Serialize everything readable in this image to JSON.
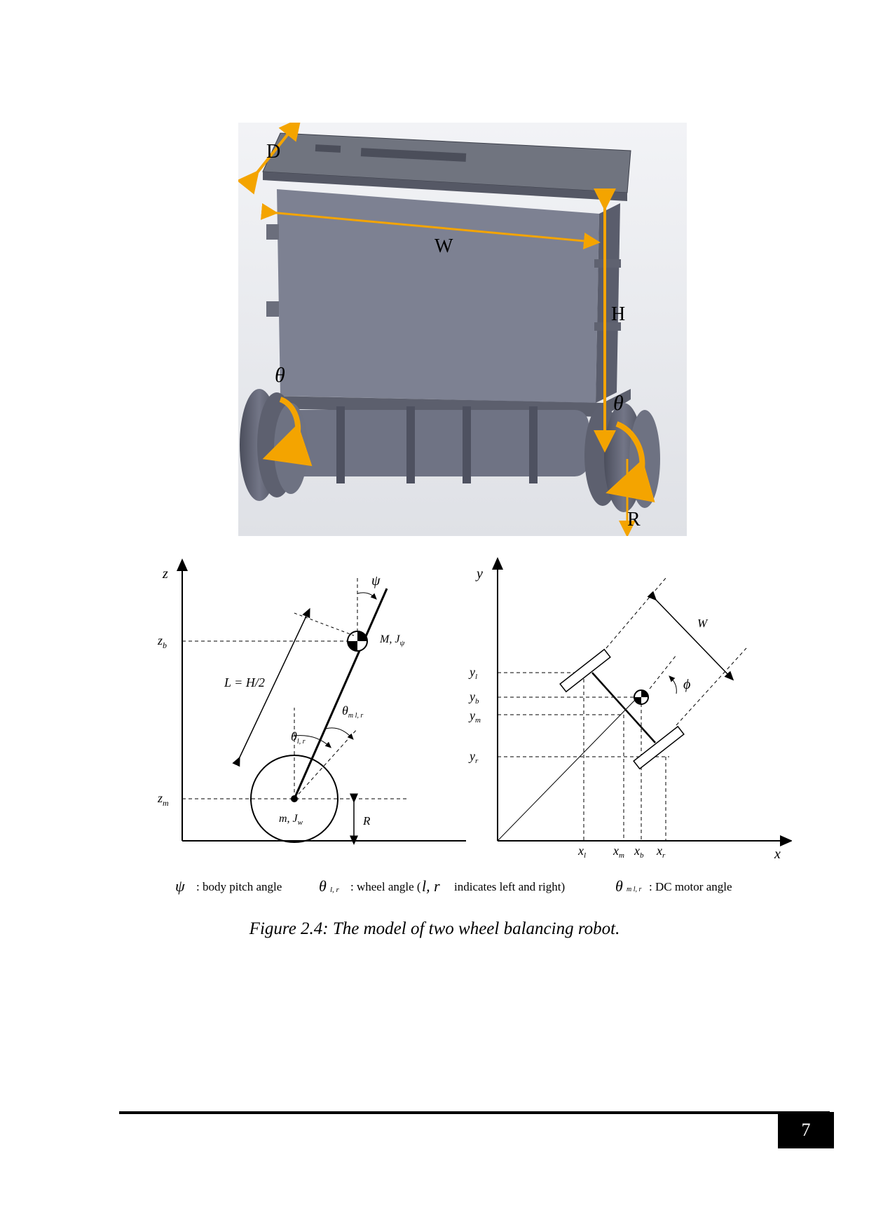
{
  "robot_render": {
    "labels": {
      "depth": "D",
      "width": "W",
      "height": "H",
      "theta_l": "θ",
      "theta_r": "θ",
      "radius": "R"
    }
  },
  "side_view": {
    "axis_z": "z",
    "z_b": "z",
    "z_b_sub": "b",
    "z_m": "z",
    "z_m_sub": "m",
    "psi": "ψ",
    "body_mass": "M, J",
    "body_mass_sub": "ψ",
    "length": "L = H/2",
    "theta_m": "θ",
    "theta_m_sub": "m l, r",
    "theta_lr": "θ",
    "theta_lr_sub": "l, r",
    "wheel_mass": "m, J",
    "wheel_mass_sub": "w",
    "radius": "R"
  },
  "top_view": {
    "axis_y": "y",
    "axis_x": "x",
    "y_ticks": [
      {
        "main": "y",
        "sub": "l"
      },
      {
        "main": "y",
        "sub": "b"
      },
      {
        "main": "y",
        "sub": "m"
      },
      {
        "main": "y",
        "sub": "r"
      }
    ],
    "x_ticks": [
      {
        "main": "x",
        "sub": "l"
      },
      {
        "main": "x",
        "sub": "m"
      },
      {
        "main": "x",
        "sub": "b"
      },
      {
        "main": "x",
        "sub": "r"
      }
    ],
    "width": "W",
    "phi": "ϕ"
  },
  "legend": {
    "psi_symbol": "ψ",
    "psi_text": ": body pitch angle",
    "theta_symbol": "θ",
    "theta_sub": "l, r",
    "theta_text": ": wheel angle (",
    "theta_lr": "l, r",
    "theta_text2": "indicates left and right)",
    "motor_symbol": "θ",
    "motor_sub": "m l, r",
    "motor_text": ": DC motor angle"
  },
  "caption": "Figure 2.4: The model of two wheel balancing robot.",
  "page_number": "7"
}
